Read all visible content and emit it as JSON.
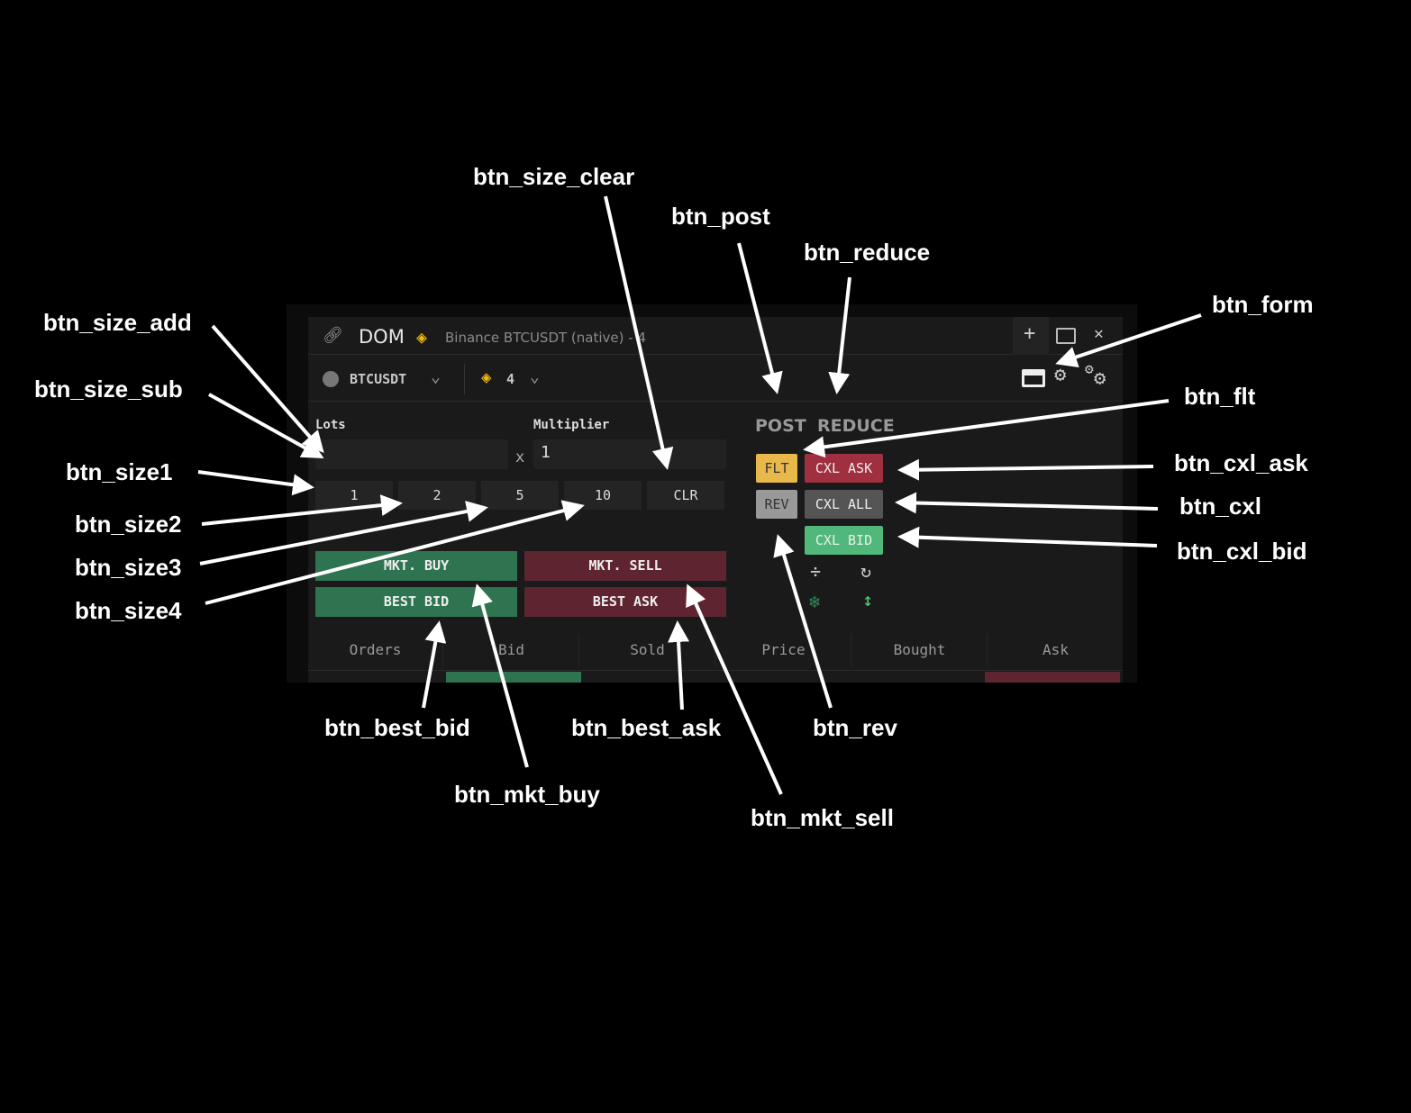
{
  "window": {
    "title": "DOM",
    "subtitle": "Binance BTCUSDT (native) - 4",
    "controls": {
      "add": "+",
      "close": "✕"
    }
  },
  "toolbar": {
    "symbol": "BTCUSDT",
    "account": "4"
  },
  "form": {
    "lots_label": "Lots",
    "lots_value": "",
    "multiplier_label": "Multiplier",
    "multiplier_value": "1",
    "x": "x"
  },
  "size_buttons": [
    "1",
    "2",
    "5",
    "10",
    "CLR"
  ],
  "orders": {
    "mkt_buy": "MKT. BUY",
    "mkt_sell": "MKT. SELL",
    "best_bid": "BEST BID",
    "best_ask": "BEST ASK"
  },
  "options": {
    "post": "POST",
    "reduce": "REDUCE",
    "flt": "FLT",
    "rev": "REV",
    "cxl_ask": "CXL ASK",
    "cxl_all": "CXL ALL",
    "cxl_bid": "CXL BID"
  },
  "columns": [
    "Orders",
    "Bid",
    "Sold",
    "Price",
    "Bought",
    "Ask"
  ],
  "annotations": {
    "btn_size_clear": "btn_size_clear",
    "btn_post": "btn_post",
    "btn_reduce": "btn_reduce",
    "btn_form": "btn_form",
    "btn_size_add": "btn_size_add",
    "btn_size_sub": "btn_size_sub",
    "btn_flt": "btn_flt",
    "btn_cxl_ask": "btn_cxl_ask",
    "btn_size1": "btn_size1",
    "btn_cxl": "btn_cxl",
    "btn_size2": "btn_size2",
    "btn_cxl_bid": "btn_cxl_bid",
    "btn_size3": "btn_size3",
    "btn_size4": "btn_size4",
    "btn_best_bid": "btn_best_bid",
    "btn_mkt_buy": "btn_mkt_buy",
    "btn_best_ask": "btn_best_ask",
    "btn_mkt_sell": "btn_mkt_sell",
    "btn_rev": "btn_rev"
  },
  "colors": {
    "buy": "#2f7450",
    "sell": "#5e2530",
    "flt": "#e8b84a",
    "cxl_ask": "#a0303f",
    "cxl_bid": "#4fb87a",
    "binance": "#f0b90b"
  }
}
